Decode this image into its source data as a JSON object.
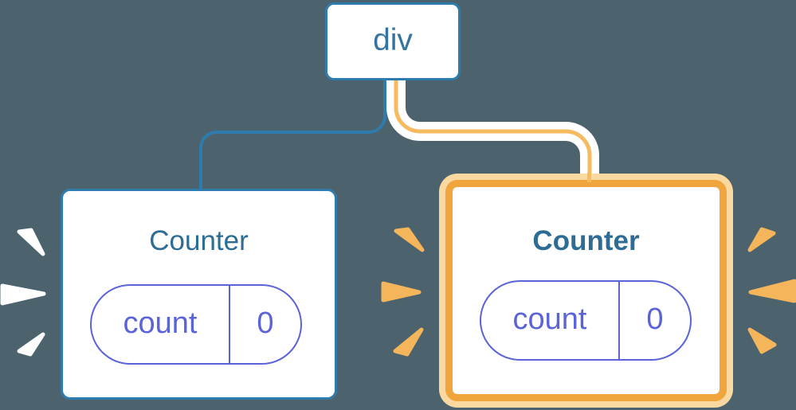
{
  "tree": {
    "root": {
      "label": "div"
    },
    "children": [
      {
        "title": "Counter",
        "highlighted": false,
        "state_pill": {
          "name": "count",
          "value": "0"
        }
      },
      {
        "title": "Counter",
        "highlighted": true,
        "state_pill": {
          "name": "count",
          "value": "0"
        }
      }
    ]
  },
  "colors": {
    "background": "#4C636E",
    "node_border_blue": "#2E7CAD",
    "root_label_blue": "#35749E",
    "counter_title_blue": "#2D6C94",
    "pill_purple": "#5B63D8",
    "highlight_border_orange": "#F0A43D",
    "highlight_border_outer_light": "#FAD9A1",
    "connector_highlight_orange": "#F6BA5F",
    "connector_halo_white": "#FFFFFF",
    "spark_orange": "#F5B55B",
    "spark_white": "#FFFFFF"
  }
}
